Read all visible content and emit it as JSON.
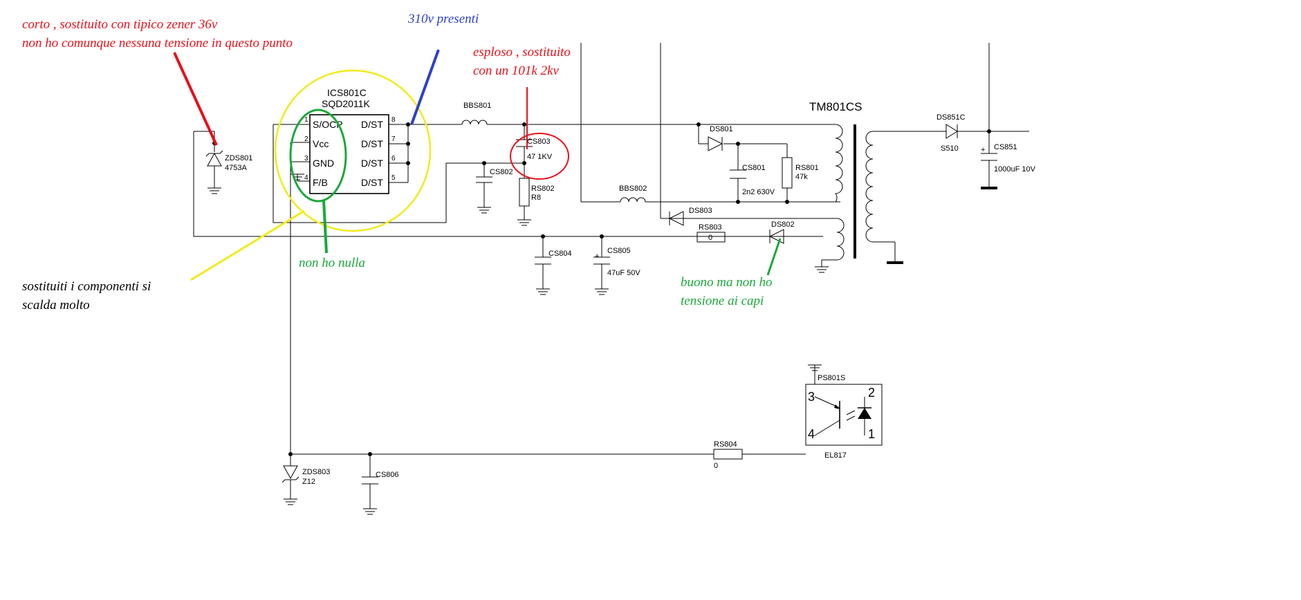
{
  "annotations": {
    "zener_note_line1": "corto , sostituito con tipico zener 36v",
    "zener_note_line2": "non ho comunque nessuna tensione in questo punto",
    "dst_note": "310v presenti",
    "cs803_note_line1": "esploso , sostituito",
    "cs803_note_line2": "con un 101k 2kv",
    "ic_note_line1": "sostituiti i componenti si",
    "ic_note_line2": "scalda molto",
    "vcc_note": "non ho nulla",
    "ds802_note_line1": "buono ma non ho",
    "ds802_note_line2": "tensione ai capi"
  },
  "colors": {
    "red": "#e8101a",
    "blue": "#2a3fd0",
    "green": "#1aa83a",
    "yellow": "#f2ea1a"
  },
  "ic": {
    "name": "ICS801C",
    "part": "SQD2011K",
    "left_pins": [
      {
        "num": "1",
        "name": "S/OCP"
      },
      {
        "num": "2",
        "name": "Vcc"
      },
      {
        "num": "3",
        "name": "GND"
      },
      {
        "num": "4",
        "name": "F/B"
      }
    ],
    "right_pins": [
      {
        "num": "8",
        "name": "D/ST"
      },
      {
        "num": "7",
        "name": "D/ST"
      },
      {
        "num": "6",
        "name": "D/ST"
      },
      {
        "num": "5",
        "name": "D/ST"
      }
    ]
  },
  "components": {
    "zds801": "ZDS801",
    "zds801_val": "4753A",
    "bbs801": "BBS801",
    "cs803": "CS803",
    "cs803_val": "47 1KV",
    "cs802": "CS802",
    "rs802": "RS802",
    "rs802_val": "R8",
    "transformer": "TM801CS",
    "ds801": "DS801",
    "cs801": "CS801",
    "cs801_val": "2n2 630V",
    "rs801": "RS801",
    "rs801_val": "47k",
    "bbs802": "BBS802",
    "ds803": "DS803",
    "rs803": "RS803",
    "rs803_val": "0",
    "ds802": "DS802",
    "cs804": "CS804",
    "cs805": "CS805",
    "cs805_val": "47uF 50V",
    "ds851": "DS851C",
    "ds851_val": "S510",
    "cs851": "CS851",
    "cs851_val": "1000uF 10V",
    "zds803": "ZDS803",
    "zds803_val": "Z12",
    "cs806": "CS806",
    "rs804": "RS804",
    "rs804_val": "0",
    "opto": "PS801S",
    "opto_val": "EL817",
    "opto_pins": [
      "3",
      "4",
      "2",
      "1"
    ]
  }
}
